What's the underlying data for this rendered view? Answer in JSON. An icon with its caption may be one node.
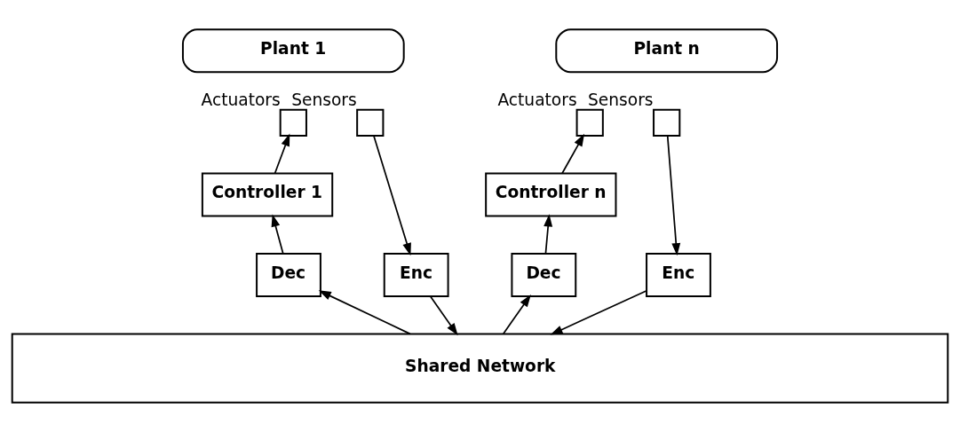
{
  "diagram": {
    "nodes": [
      {
        "text": [
          "Plant 1"
        ]
      },
      {
        "text": [],
        "shape": "box",
        "beside": [
          "Actuators"
        ]
      },
      {
        "text": [],
        "shape": "box",
        "beside": [
          "Sensors"
        ]
      },
      {
        "text": [
          "Controller 1"
        ]
      },
      {
        "text": [
          "Dec"
        ]
      },
      {
        "text": [
          "Enc"
        ]
      },
      {
        "text": [
          "Plant n"
        ]
      },
      {
        "text": [],
        "shape": "box",
        "beside": [
          "Actuators"
        ]
      },
      {
        "text": [],
        "shape": "box",
        "beside": [
          "Sensors"
        ]
      },
      {
        "text": [
          "Controller n"
        ]
      },
      {
        "text": [
          "Dec"
        ]
      },
      {
        "text": [
          "Enc"
        ]
      },
      {
        "text": [
          "Shared Network"
        ]
      }
    ],
    "edges": [
      {
        "from": 3,
        "to": 1,
        "arrow": "to"
      },
      {
        "from": 4,
        "to": 3,
        "arrow": "to"
      },
      {
        "from": 12,
        "to": 4,
        "arrow": "to"
      },
      {
        "from": 2,
        "to": 5,
        "arrow": "to"
      },
      {
        "from": 5,
        "to": 12,
        "arrow": "to"
      },
      {
        "from": 9,
        "to": 7,
        "arrow": "to"
      },
      {
        "from": 10,
        "to": 9,
        "arrow": "to"
      },
      {
        "from": 12,
        "to": 10,
        "arrow": "to"
      },
      {
        "from": 8,
        "to": 11,
        "arrow": "to"
      },
      {
        "from": 11,
        "to": 12,
        "arrow": "to"
      }
    ]
  }
}
